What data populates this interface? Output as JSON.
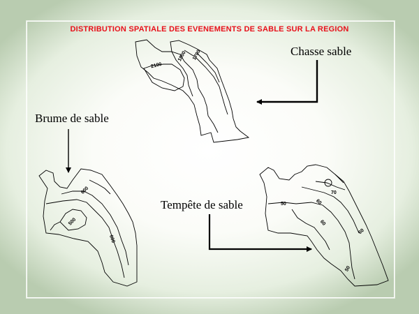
{
  "title": "DISTRIBUTION SPATIALE DES EVENEMENTS DE SABLE SUR LA REGION",
  "labels": {
    "chasse": "Chasse sable",
    "brume": "Brume de sable",
    "tempete": "Tempête de sable"
  },
  "maps": {
    "chasse": {
      "contours": [
        "1800",
        "1700",
        "2100"
      ]
    },
    "brume": {
      "contours": [
        "600",
        "500",
        "600"
      ]
    },
    "tempete": {
      "contours": [
        "70",
        "60",
        "60",
        "50",
        "60",
        "50"
      ]
    }
  }
}
